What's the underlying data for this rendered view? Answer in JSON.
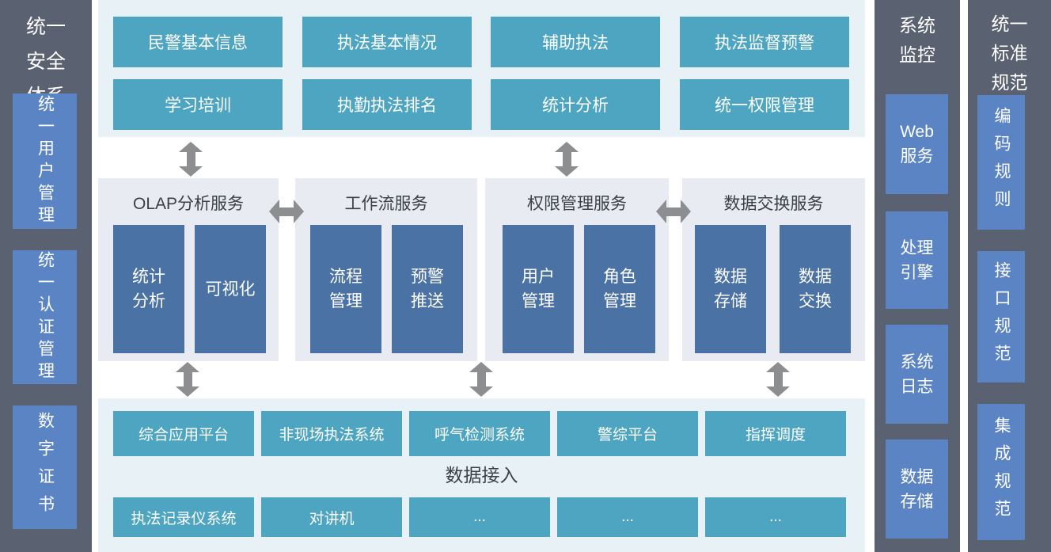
{
  "left_panel": {
    "title": "统一\n安全\n体系",
    "items": [
      "统一用户管理",
      "统一认证管理",
      "数字证书"
    ]
  },
  "top_panel": {
    "row1": [
      "民警基本信息",
      "执法基本情况",
      "辅助执法",
      "执法监督预警"
    ],
    "row2": [
      "学习培训",
      "执勤执法排名",
      "统计分析",
      "统一权限管理"
    ]
  },
  "services": [
    {
      "title": "OLAP分析服务",
      "boxes": [
        "统计\n分析",
        "可视化"
      ]
    },
    {
      "title": "工作流服务",
      "boxes": [
        "流程\n管理",
        "预警\n推送"
      ]
    },
    {
      "title": "权限管理服务",
      "boxes": [
        "用户\n管理",
        "角色\n管理"
      ]
    },
    {
      "title": "数据交换服务",
      "boxes": [
        "数据\n存储",
        "数据\n交换"
      ]
    }
  ],
  "access_panel": {
    "row1": [
      "综合应用平台",
      "非现场执法系统",
      "呼气检测系统",
      "警综平台",
      "指挥调度"
    ],
    "label": "数据接入",
    "row2": [
      "执法记录仪系统",
      "对讲机",
      "...",
      "...",
      "..."
    ]
  },
  "monitor_panel": {
    "title": "系统\n监控",
    "items": [
      "Web\n服务",
      "处理\n引擎",
      "系统\n日志",
      "数据\n存储"
    ]
  },
  "standards_panel": {
    "title": "统一\n标准\n规范",
    "items": [
      "编码规则",
      "接口规范",
      "集成规范"
    ]
  },
  "colors": {
    "dark_column": "#5a6170",
    "side_box_blue": "#5b84c5",
    "teal_button": "#4da5c1",
    "steel_blue_box": "#4a72a5",
    "light_cyan_panel": "#e8f1f5",
    "lavender_panel": "#e8ebf2",
    "arrow_gray": "#8c8e90",
    "title_text": "#3c4146"
  }
}
